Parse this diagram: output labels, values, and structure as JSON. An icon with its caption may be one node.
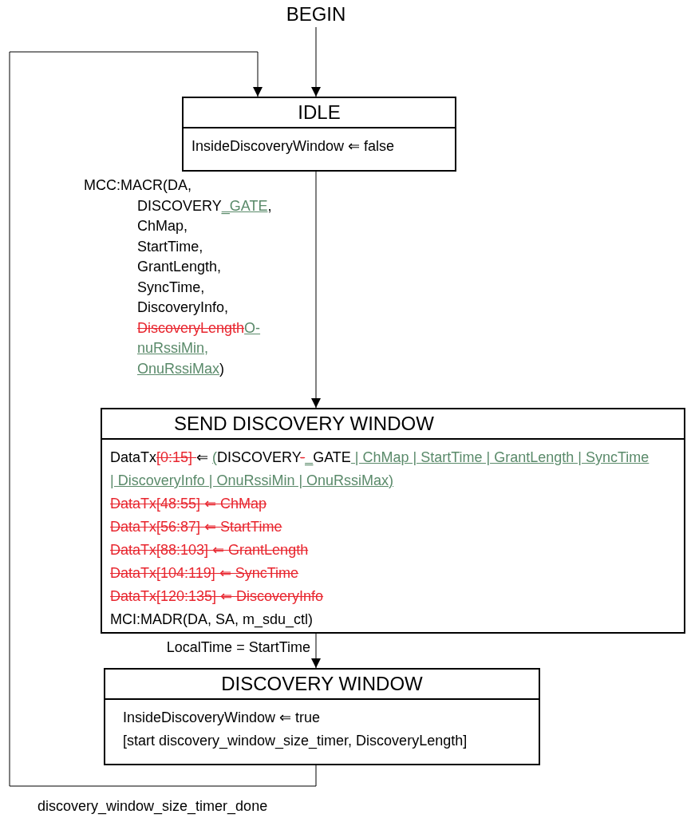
{
  "diagram": {
    "nodes": [
      {
        "text": [
          "BEGIN"
        ]
      },
      {
        "text": [
          "IDLE",
          "InsideDiscoveryWindow ⇐ false"
        ]
      },
      {
        "text": [
          "SEND DISCOVERY WINDOW",
          "DataTx[0:15] ⇐ (DISCOVERY-_GATE | ChMap | StartTime | GrantLength | SyncTime | DiscoveryInfo | OnuRssiMin | OnuRssiMax)",
          "DataTx[48:55] ⇐ ChMap",
          "DataTx[56:87] ⇐ StartTime",
          "DataTx[88:103] ⇐ GrantLength",
          "DataTx[104:119] ⇐ SyncTime",
          "DataTx[120:135] ⇐ DiscoveryInfo",
          "MCI:MADR(DA, SA, m_sdu_ctl)"
        ]
      },
      {
        "text": [
          "DISCOVERY WINDOW",
          "InsideDiscoveryWindow ⇐ true",
          "[start discovery_window_size_timer, DiscoveryLength]"
        ]
      }
    ],
    "edges": [
      {
        "from": 0,
        "to": 1,
        "arrow": "to"
      },
      {
        "from": 1,
        "to": 2,
        "arrow": "to",
        "label": "MCC:MACR(DA, DISCOVERY_GATE, ChMap, StartTime, GrantLength, SyncTime, DiscoveryInfo, DiscoveryLengthO- nuRssiMin, OnuRssiMax)"
      },
      {
        "from": 2,
        "to": 3,
        "arrow": "to",
        "label": "LocalTime = StartTime"
      },
      {
        "from": 3,
        "to": 1,
        "arrow": "to",
        "label": "discovery_window_size_timer_done"
      }
    ]
  }
}
